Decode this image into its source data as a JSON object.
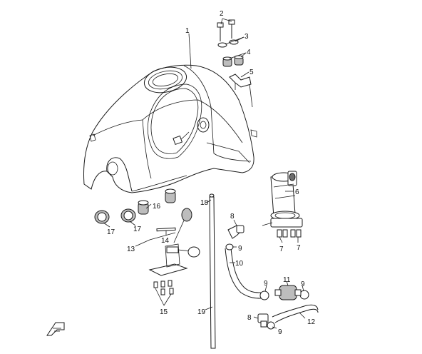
{
  "callouts": {
    "c1": "1",
    "c2": "2",
    "c3": "3",
    "c4": "4",
    "c5": "5",
    "c6": "6",
    "c7a": "7",
    "c7b": "7",
    "c8a": "8",
    "c8b": "8",
    "c9a": "9",
    "c9b": "9",
    "c9c": "9",
    "c9d": "9",
    "c10": "10",
    "c11": "11",
    "c12": "12",
    "c13": "13",
    "c14": "14",
    "c15": "15",
    "c16": "16",
    "c17a": "17",
    "c17b": "17",
    "c18": "18",
    "c19": "19"
  },
  "icons": {
    "orientation_marker": "front-arrow-icon"
  },
  "colors": {
    "line": "#1a1a1a",
    "background": "#ffffff",
    "shade_light": "#bdbdbd",
    "shade_dark": "#6d6d6d"
  }
}
